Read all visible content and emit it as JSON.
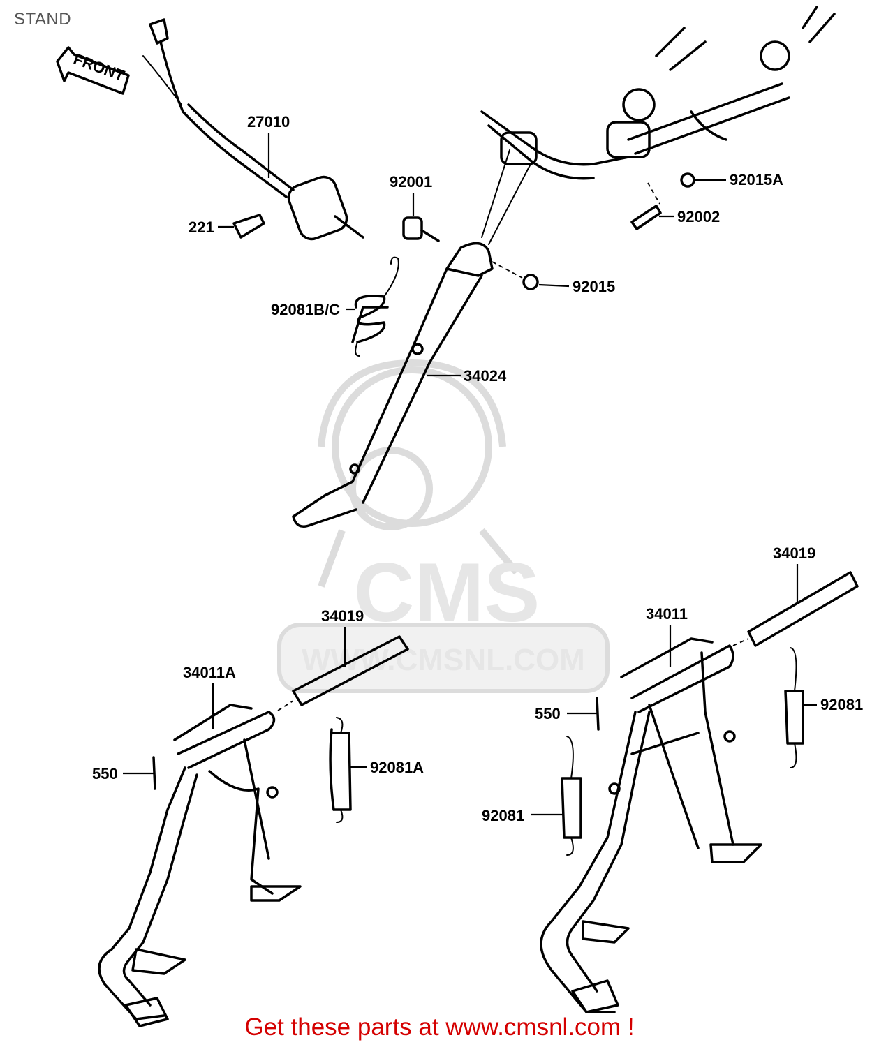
{
  "page": {
    "title": "STAND"
  },
  "front_marker": {
    "text": "FRONT"
  },
  "watermark": {
    "brand": "CMS",
    "url": "WWW.CMSNL.COM"
  },
  "callouts": [
    {
      "id": "27010",
      "label": "27010"
    },
    {
      "id": "221",
      "label": "221"
    },
    {
      "id": "92001",
      "label": "92001"
    },
    {
      "id": "92015A",
      "label": "92015A"
    },
    {
      "id": "92002",
      "label": "92002"
    },
    {
      "id": "92015",
      "label": "92015"
    },
    {
      "id": "92081BC",
      "label": "92081B/C"
    },
    {
      "id": "34024",
      "label": "34024"
    },
    {
      "id": "34019-right",
      "label": "34019"
    },
    {
      "id": "34011",
      "label": "34011"
    },
    {
      "id": "34019-left",
      "label": "34019"
    },
    {
      "id": "34011A",
      "label": "34011A"
    },
    {
      "id": "550-right",
      "label": "550"
    },
    {
      "id": "92081-right",
      "label": "92081"
    },
    {
      "id": "550-left",
      "label": "550"
    },
    {
      "id": "92081A",
      "label": "92081A"
    },
    {
      "id": "92081-lower",
      "label": "92081"
    }
  ],
  "footer": {
    "text": "Get these parts at www.cmsnl.com !"
  }
}
